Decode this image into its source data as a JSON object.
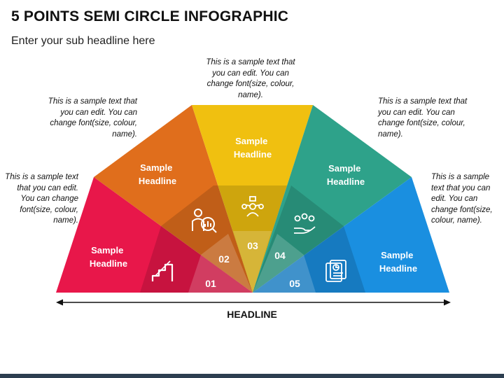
{
  "title": "5 POINTS SEMI CIRCLE INFOGRAPHIC",
  "subtitle": "Enter your sub headline here",
  "axis_label": "HEADLINE",
  "segments": [
    {
      "id": "01",
      "headline_line1": "Sample",
      "headline_line2": "Headline",
      "note": "This is a sample text that you can edit. You can change font(size, colour, name).",
      "color": "#e8174a",
      "icon": "stairs-icon"
    },
    {
      "id": "02",
      "headline_line1": "Sample",
      "headline_line2": "Headline",
      "note": "This is a sample text that you can edit. You can change font(size, colour, name).",
      "color": "#e06e1c",
      "icon": "analyst-chart-icon"
    },
    {
      "id": "03",
      "headline_line1": "Sample",
      "headline_line2": "Headline",
      "note": "This is a sample text that you can edit. You can change font(size, colour, name).",
      "color": "#f0c010",
      "icon": "team-network-icon"
    },
    {
      "id": "04",
      "headline_line1": "Sample",
      "headline_line2": "Headline",
      "note": "This is a sample text that you can edit. You can change font(size, colour, name).",
      "color": "#2ea28a",
      "icon": "hand-coins-icon"
    },
    {
      "id": "05",
      "headline_line1": "Sample",
      "headline_line2": "Headline",
      "note": "This is a sample text that you can edit. You can change font(size, colour, name).",
      "color": "#1a8fe0",
      "icon": "report-document-icon"
    }
  ]
}
